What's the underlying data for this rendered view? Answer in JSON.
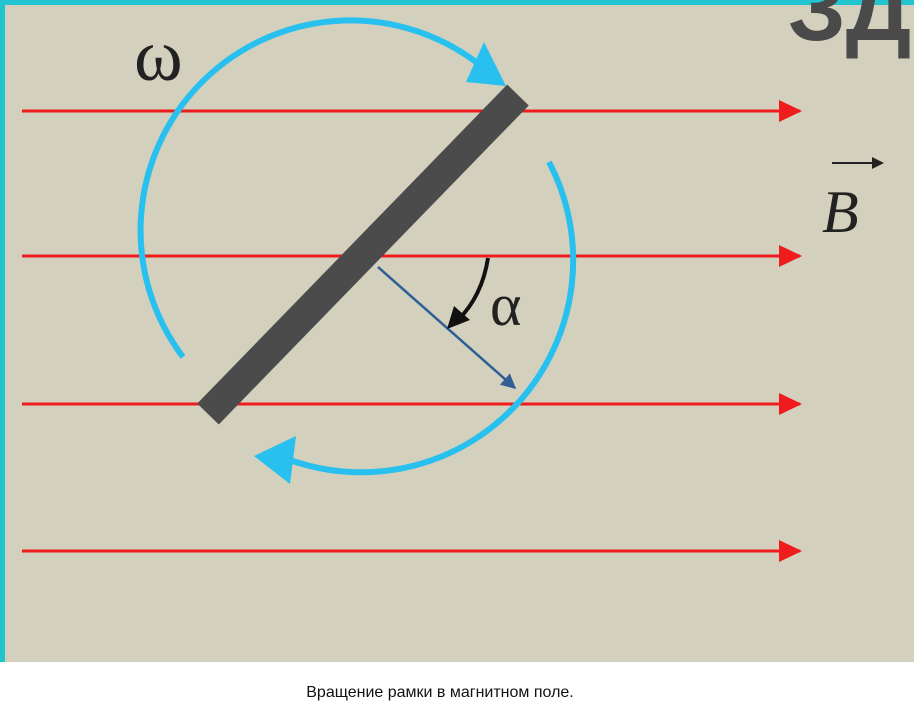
{
  "figure": {
    "omega_label": "ω",
    "alpha_label": "α",
    "field_label": "B",
    "corner_logo_text": "ЗД",
    "colors": {
      "background": "#d3d1bd",
      "frame_border": "#22c4cf",
      "field_lines": "#ee1c1c",
      "rotation_arrow": "#27c0ef",
      "loop_bar": "#4b4b4b",
      "normal_vector": "#2f5f96",
      "text": "#222222"
    }
  },
  "caption": "Вращение рамки в магнитном поле."
}
